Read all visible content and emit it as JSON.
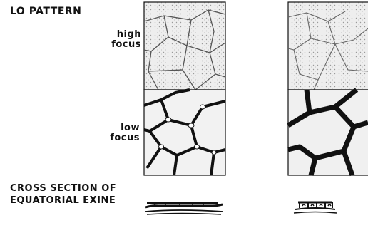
{
  "figure": {
    "title": "LO PATTERN",
    "high_focus_label": [
      "high",
      "focus"
    ],
    "low_focus_label": [
      "low",
      "focus"
    ],
    "cross_section_label": [
      "CROSS SECTION OF",
      "EQUATORIAL EXINE"
    ]
  },
  "colors": {
    "ink": "#111111",
    "panel": "#ececec"
  }
}
